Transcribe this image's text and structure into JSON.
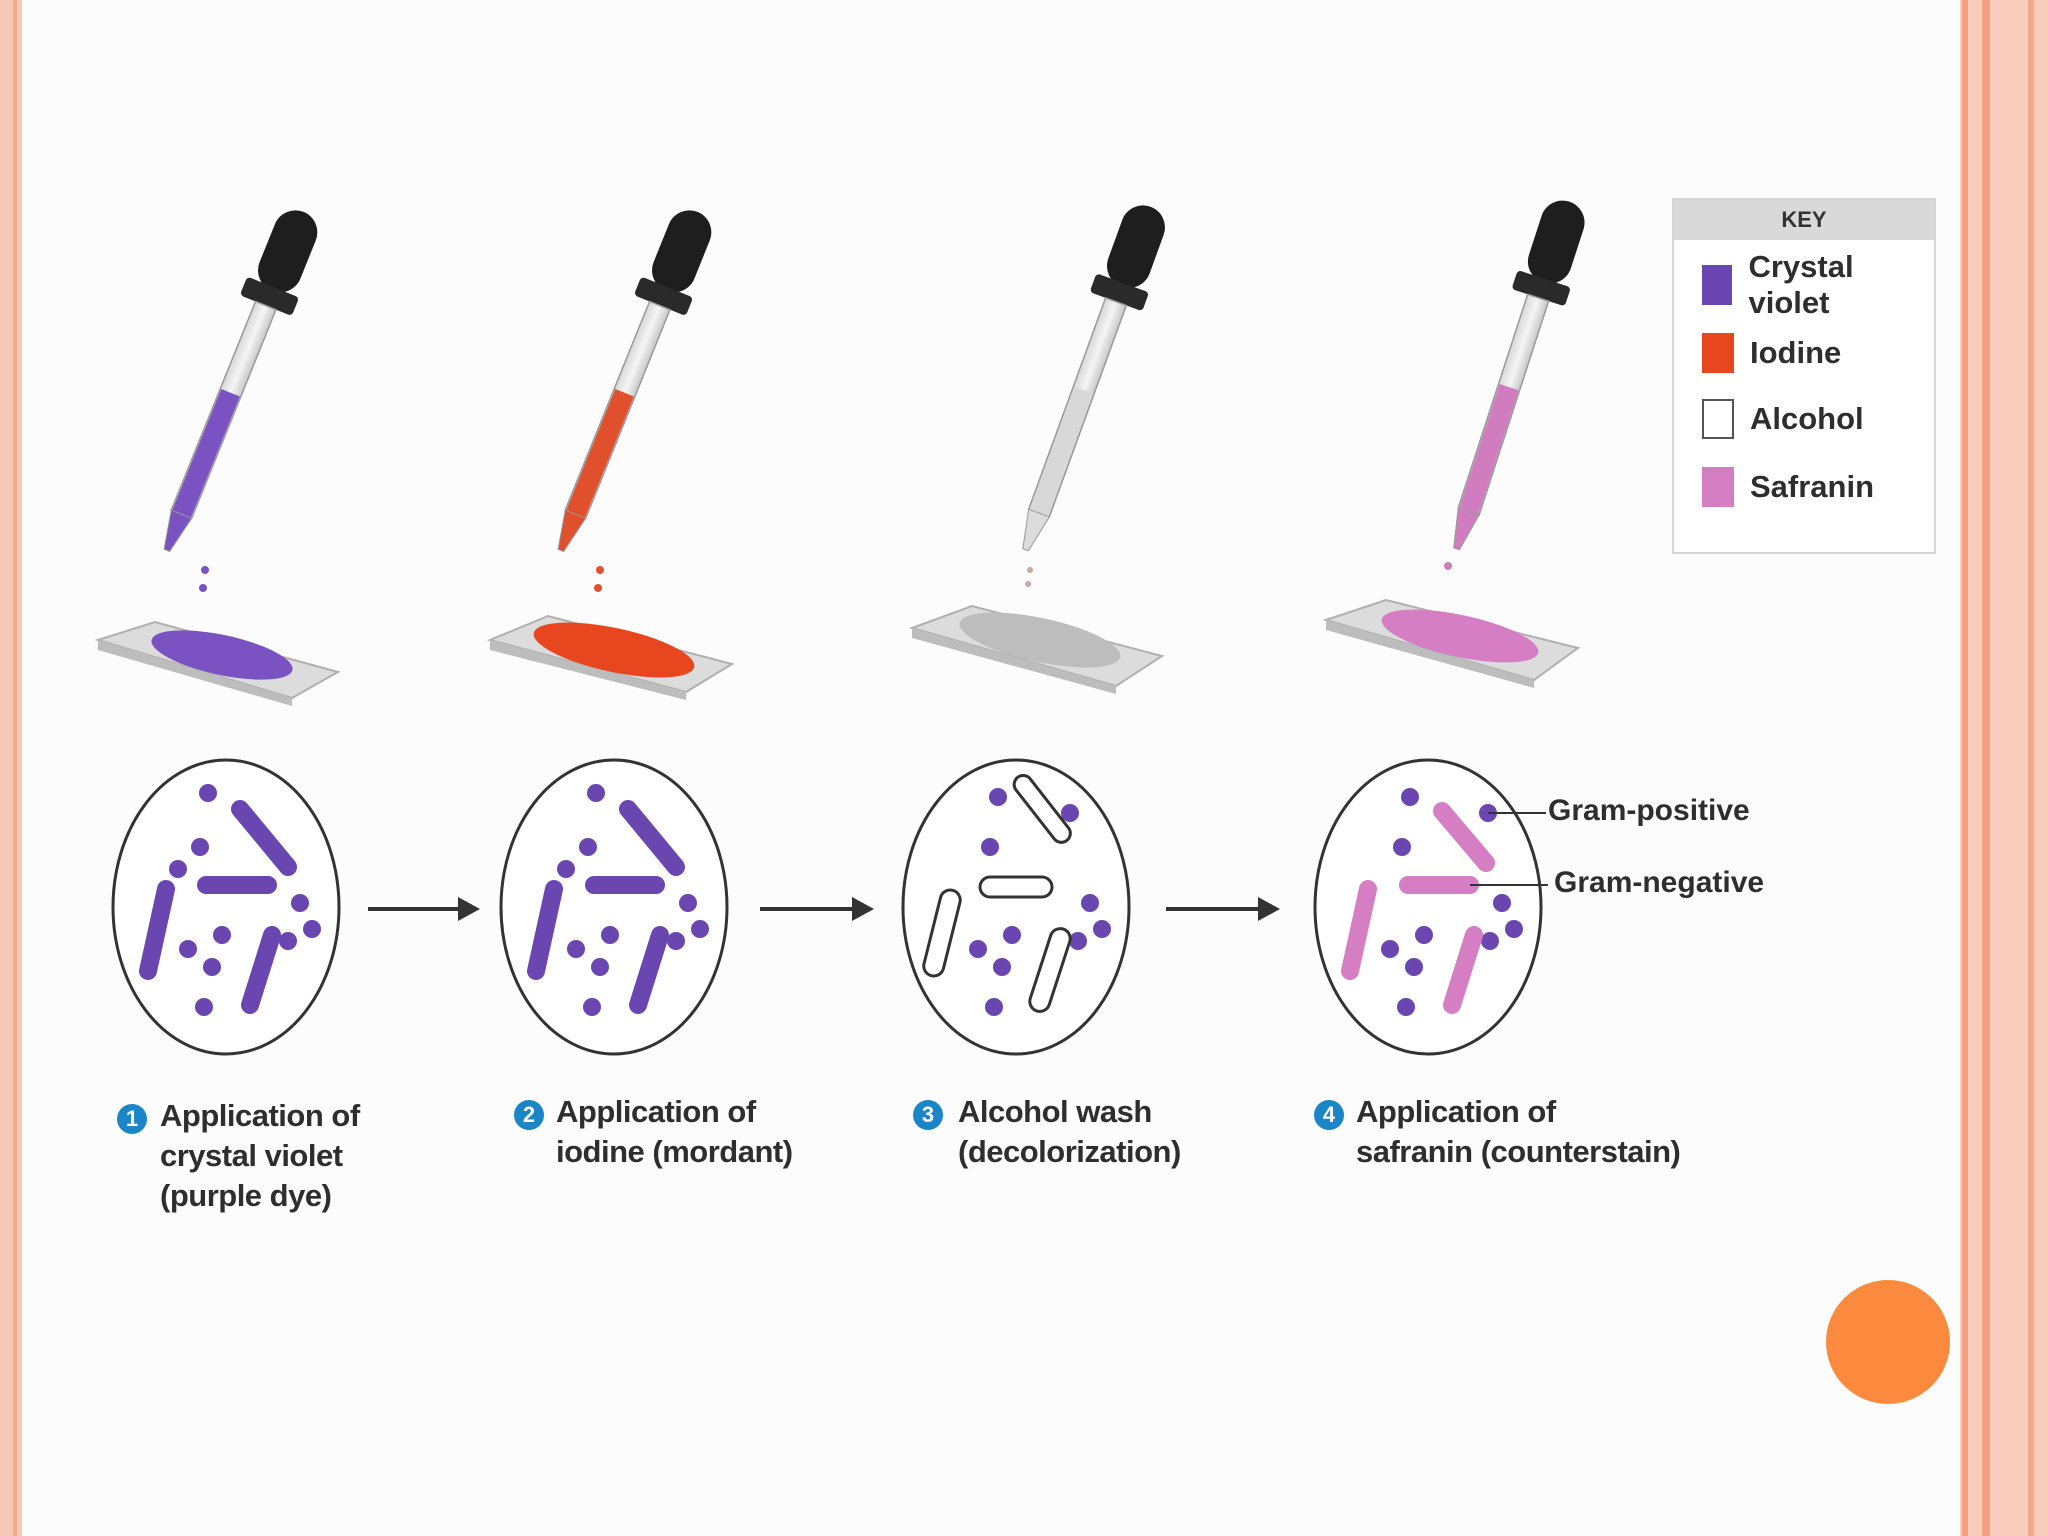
{
  "steps": [
    {
      "number": "1",
      "label_lines": [
        "Application of",
        "crystal violet",
        "(purple dye)"
      ]
    },
    {
      "number": "2",
      "label_lines": [
        "Application of",
        "iodine (mordant)"
      ]
    },
    {
      "number": "3",
      "label_lines": [
        "Alcohol wash",
        "(decolorization)"
      ]
    },
    {
      "number": "4",
      "label_lines": [
        "Application of",
        "safranin (counterstain)"
      ]
    }
  ],
  "key": {
    "title": "KEY",
    "items": [
      {
        "label": "Crystal violet",
        "color": "#6a46b0"
      },
      {
        "label": "Iodine",
        "color": "#e8461e"
      },
      {
        "label": "Alcohol",
        "color": "#ffffff"
      },
      {
        "label": "Safranin",
        "color": "#d67ec3"
      }
    ]
  },
  "callouts": {
    "gram_positive": "Gram-positive",
    "gram_negative": "Gram-negative"
  },
  "colors": {
    "purple": "#6a46b0",
    "iodine": "#e8461e",
    "alcohol": "#c9c9c9",
    "safranin": "#d67ec3",
    "frame": "#f6c9b6",
    "accent_dot": "#fb8a3e"
  }
}
